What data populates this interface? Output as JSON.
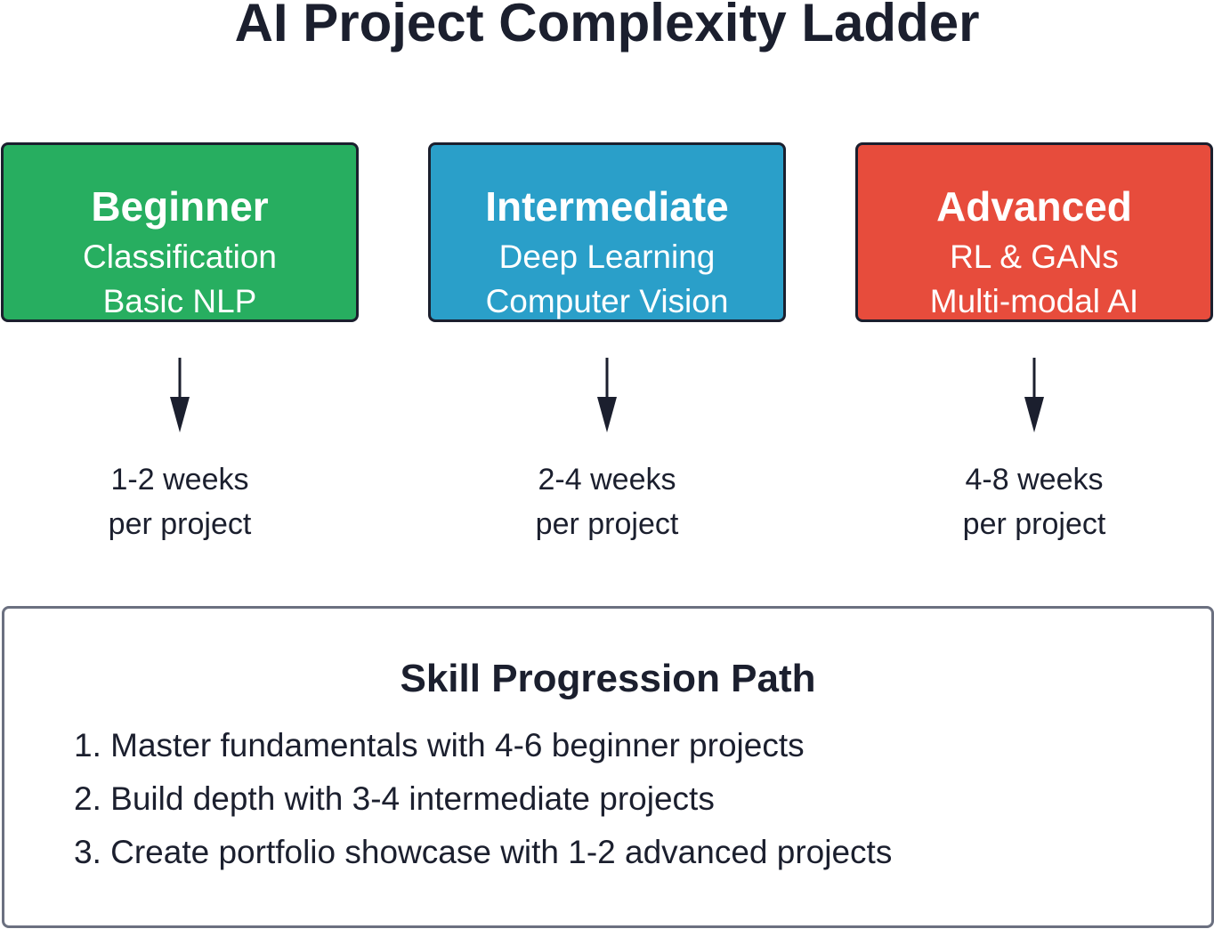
{
  "title": "AI Project Complexity Ladder",
  "colors": {
    "beginner": "#27ae60",
    "intermediate": "#2a9fc9",
    "advanced": "#e74c3c",
    "outline": "#1b1f2e",
    "path_border": "#6b7080"
  },
  "levels": [
    {
      "name": "Beginner",
      "line1": "Classification",
      "line2": "Basic NLP",
      "duration1": "1-2 weeks",
      "duration2": "per project"
    },
    {
      "name": "Intermediate",
      "line1": "Deep Learning",
      "line2": "Computer Vision",
      "duration1": "2-4 weeks",
      "duration2": "per project"
    },
    {
      "name": "Advanced",
      "line1": "RL & GANs",
      "line2": "Multi-modal AI",
      "duration1": "4-8 weeks",
      "duration2": "per project"
    }
  ],
  "path": {
    "title": "Skill Progression Path",
    "steps": [
      "1. Master fundamentals with 4-6 beginner projects",
      "2. Build depth with 3-4 intermediate projects",
      "3. Create portfolio showcase with 1-2 advanced projects"
    ]
  }
}
